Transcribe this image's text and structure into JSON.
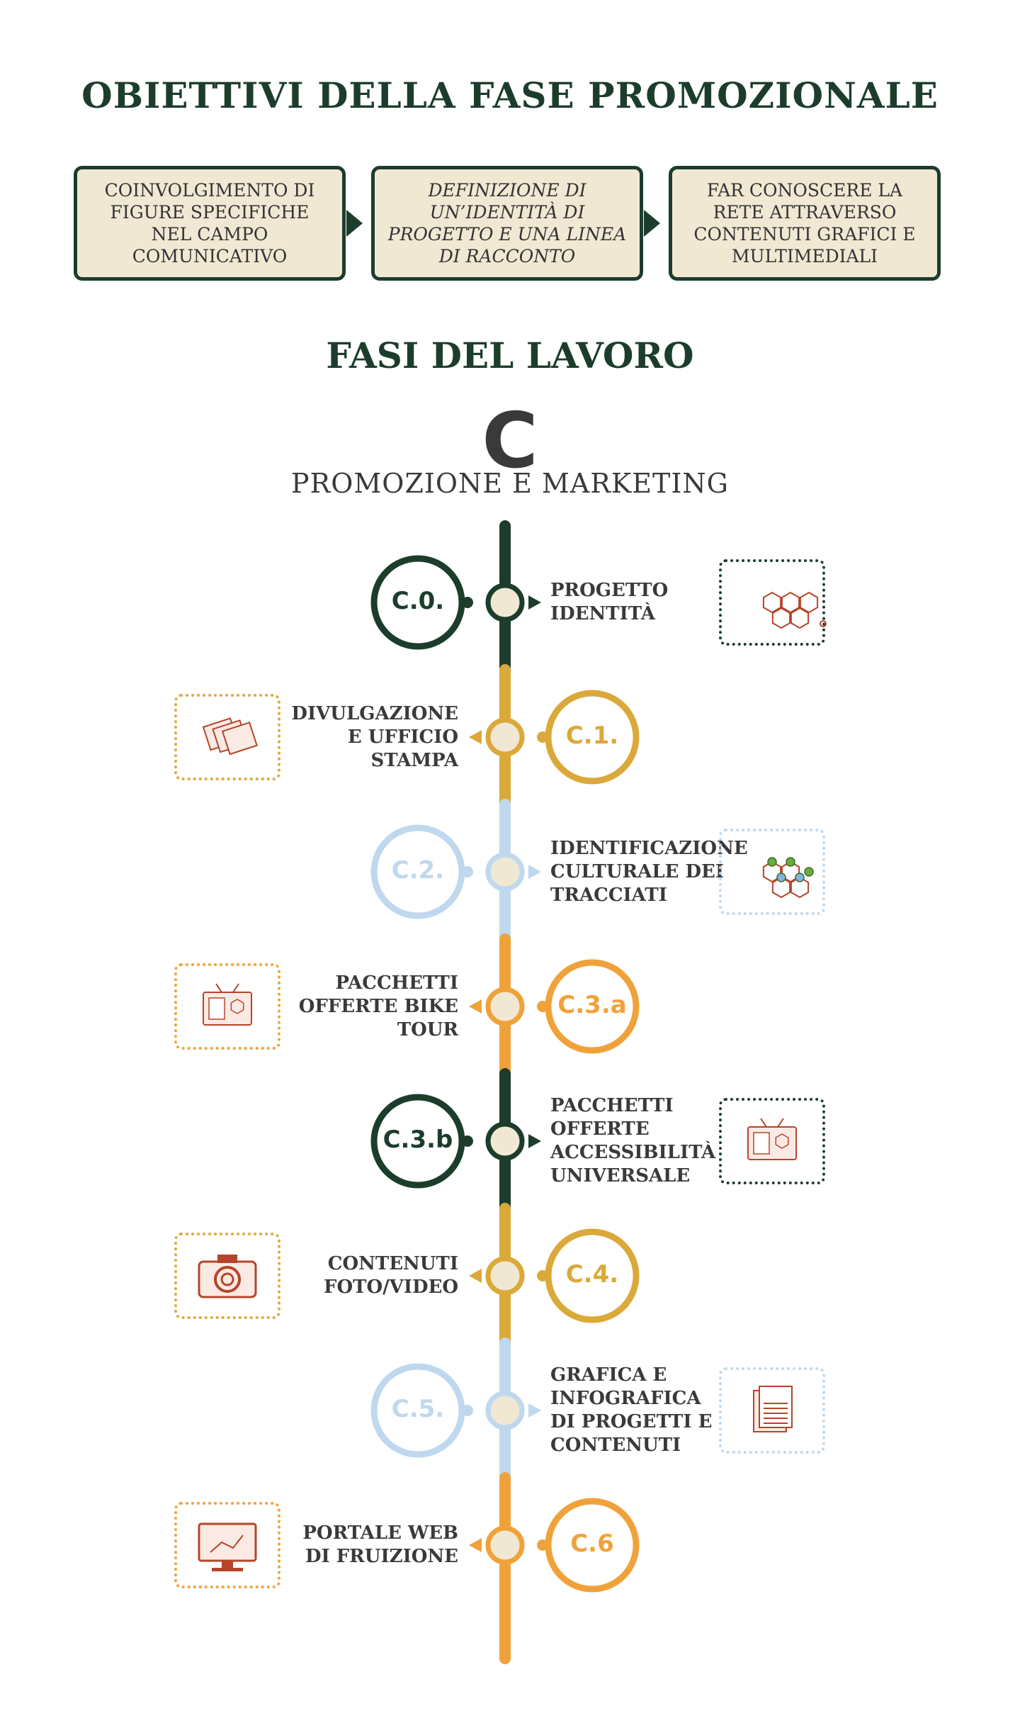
{
  "header": {
    "title": "OBIETTIVI DELLA FASE PROMOZIONALE"
  },
  "objectives": [
    {
      "text": "COINVOLGIMENTO DI FIGURE SPECIFICHE NEL CAMPO COMUNICATIVO",
      "italic": false
    },
    {
      "text": "DEFINIZIONE DI UN’IDENTITÀ DI PROGETTO E UNA LINEA DI RACCONTO",
      "italic": true
    },
    {
      "text": "FAR CONOSCERE LA RETE ATTRAVERSO CONTENUTI GRAFICI E MULTIMEDIALI",
      "italic": false
    }
  ],
  "phases_title": "FASI DEL LAVORO",
  "phase_letter": "C",
  "phase_name": "PROMOZIONE E MARKETING",
  "colors": {
    "dark_green": "#1c3d2c",
    "mustard": "#dba93a",
    "light_blue": "#bfd8ee",
    "orange": "#f0a23a",
    "beige": "#f1e8d3",
    "icon_red": "#b5452a"
  },
  "steps": [
    {
      "code": "C.0.",
      "label": [
        "PROGETTO",
        "IDENTITÀ"
      ],
      "side": "right",
      "color": "#1c3d2c",
      "icon": "network-icon",
      "box_color": "#1c3d2c"
    },
    {
      "code": "C.1.",
      "label": [
        "DIVULGAZIONE",
        "E UFFICIO",
        "STAMPA"
      ],
      "side": "left",
      "color": "#dba93a",
      "icon": "newspaper-icon",
      "box_color": "#dba93a"
    },
    {
      "code": "C.2.",
      "label": [
        "IDENTIFICAZIONE",
        "CULTURALE DEI",
        "TRACCIATI"
      ],
      "side": "right",
      "color": "#bfd8ee",
      "icon": "network-check-icon",
      "box_color": "#bfd8ee"
    },
    {
      "code": "C.3.a",
      "label": [
        "PACCHETTI",
        "OFFERTE BIKE",
        "TOUR"
      ],
      "side": "left",
      "color": "#f0a23a",
      "icon": "clipboard-network-icon",
      "box_color": "#f0a23a"
    },
    {
      "code": "C.3.b",
      "label": [
        "PACCHETTI",
        "OFFERTE",
        "ACCESSIBILITÀ",
        "UNIVERSALE"
      ],
      "side": "right",
      "color": "#1c3d2c",
      "icon": "clipboard-network-icon",
      "box_color": "#1c3d2c"
    },
    {
      "code": "C.4.",
      "label": [
        "CONTENUTI",
        "FOTO/VIDEO"
      ],
      "side": "left",
      "color": "#dba93a",
      "icon": "camera-icon",
      "box_color": "#dba93a"
    },
    {
      "code": "C.5.",
      "label": [
        "GRAFICA E",
        "INFOGRAFICA",
        "DI PROGETTI E",
        "CONTENUTI"
      ],
      "side": "right",
      "color": "#bfd8ee",
      "icon": "documents-icon",
      "box_color": "#bfd8ee"
    },
    {
      "code": "C.6",
      "label": [
        "PORTALE WEB",
        "DI FRUIZIONE"
      ],
      "side": "left",
      "color": "#f0a23a",
      "icon": "monitor-icon",
      "box_color": "#f0a23a"
    }
  ]
}
